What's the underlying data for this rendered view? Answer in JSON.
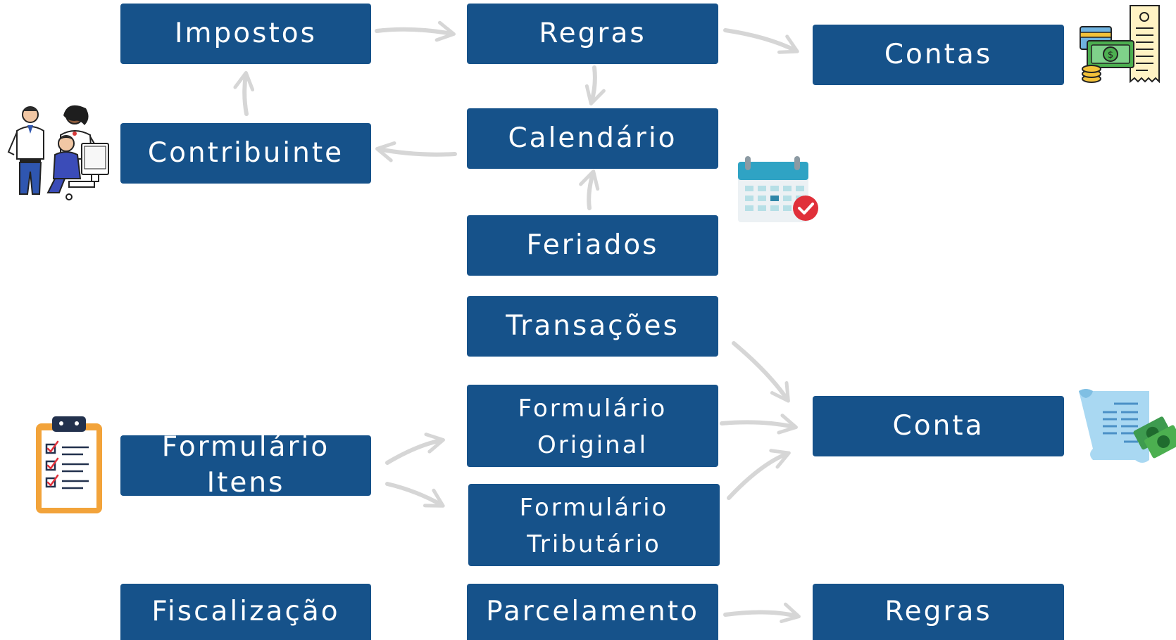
{
  "colors": {
    "node_fill": "#16528a",
    "node_text": "#ffffff",
    "arrow": "#d6d6d6",
    "background": "#ffffff"
  },
  "nodes": {
    "impostos": "Impostos",
    "regras_top": "Regras",
    "contas": "Contas",
    "contribuinte": "Contribuinte",
    "calendario": "Calendário",
    "feriados": "Feriados",
    "transacoes": "Transações",
    "formulario_original": {
      "line1": "Formulário",
      "line2": "Original"
    },
    "formulario_tributario": {
      "line1": "Formulário",
      "line2": "Tributário"
    },
    "conta": "Conta",
    "formulario_itens": "Formulário Itens",
    "fiscalizacao": "Fiscalização",
    "parcelamento": "Parcelamento",
    "regras_bottom": "Regras"
  },
  "edges": [
    {
      "from": "Impostos",
      "to": "Regras"
    },
    {
      "from": "Regras",
      "to": "Contas"
    },
    {
      "from": "Regras",
      "to": "Calendário"
    },
    {
      "from": "Calendário",
      "to": "Contribuinte"
    },
    {
      "from": "Contribuinte",
      "to": "Impostos"
    },
    {
      "from": "Feriados",
      "to": "Calendário"
    },
    {
      "from": "Transações",
      "to": "Conta"
    },
    {
      "from": "Formulário Original",
      "to": "Conta"
    },
    {
      "from": "Formulário Tributário",
      "to": "Conta"
    },
    {
      "from": "Formulário Itens",
      "to": "Formulário Original"
    },
    {
      "from": "Formulário Itens",
      "to": "Formulário Tributário"
    },
    {
      "from": "Parcelamento",
      "to": "Regras"
    }
  ],
  "icons": {
    "bills": "money-bills-icon",
    "people": "people-at-computer-icon",
    "calendar": "calendar-check-icon",
    "clipboard": "clipboard-checklist-icon",
    "receipt": "receipt-money-icon"
  }
}
